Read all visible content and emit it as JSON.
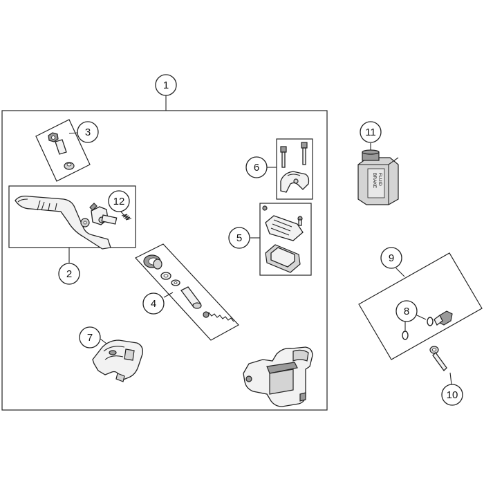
{
  "callouts": {
    "c1": "1",
    "c2": "2",
    "c3": "3",
    "c4": "4",
    "c5": "5",
    "c6": "6",
    "c7": "7",
    "c8": "8",
    "c9": "9",
    "c10": "10",
    "c11": "11",
    "c12": "12"
  },
  "bottle_label": {
    "line1": "BRAKE",
    "line2": "FLUID"
  }
}
